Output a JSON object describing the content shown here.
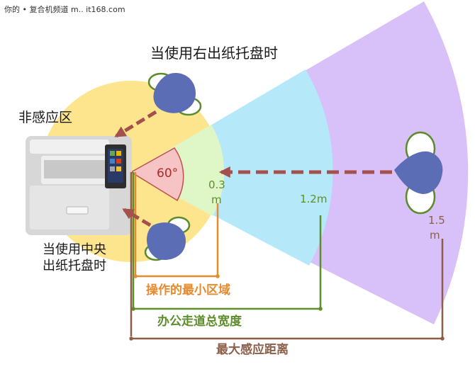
{
  "watermark": "你的 • 复合机频道 m.. it168.com",
  "labels": {
    "right_tray": "当使用右出纸托盘时",
    "center_tray_line1": "当使用中央",
    "center_tray_line2": "出纸托盘时",
    "non_sensing": "非感应区",
    "angle": "60°",
    "d_03_line1": "0.3",
    "d_03_line2": "m",
    "d_12": "1.2m",
    "d_15_line1": "1.5",
    "d_15_line2": "m",
    "dim_min_area": "操作的最小区域",
    "dim_corridor": "办公走道总宽度",
    "dim_max_distance": "最大感应距离"
  },
  "colors": {
    "non_sensing_zone": "#fde58e",
    "zone_0_3": "#dff6c6",
    "zone_1_2": "#b5e9fa",
    "zone_1_5": "#d8c0f8",
    "person_head": "#5b6db4",
    "person_shoulder_outline": "#5a8a2a",
    "arrow": "#a4504c",
    "orange": "#e68a2e",
    "green": "#5e8e2c",
    "brown": "#8c5e48"
  }
}
